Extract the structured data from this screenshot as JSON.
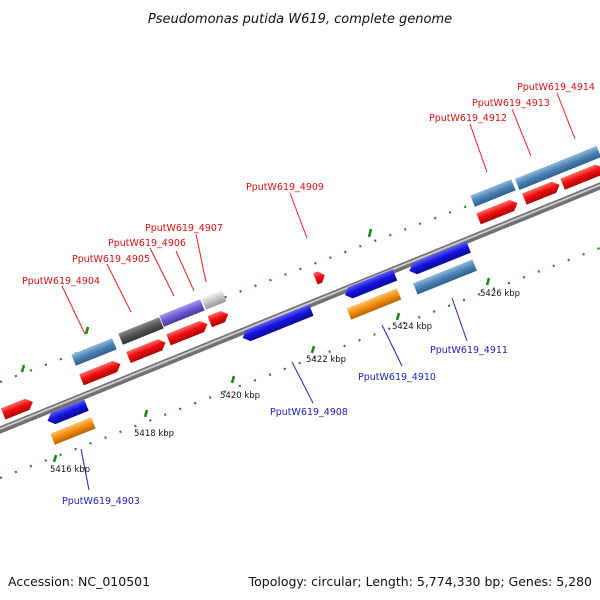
{
  "title": "Pseudomonas putida W619, complete genome",
  "footer": {
    "accession": "Accession: NC_010501",
    "summary": "Topology: circular; Length: 5,774,330 bp; Genes: 5,280"
  },
  "scale_labels": [
    "5416 kbp",
    "5418 kbp",
    "5420 kbp",
    "5422 kbp",
    "5424 kbp",
    "5426 kbp"
  ],
  "genes": [
    {
      "id": "PputW619_4903",
      "strand": "minus",
      "color": "blue"
    },
    {
      "id": "PputW619_4904",
      "strand": "plus",
      "color": "red"
    },
    {
      "id": "PputW619_4905",
      "strand": "plus",
      "color": "red"
    },
    {
      "id": "PputW619_4906",
      "strand": "plus",
      "color": "red"
    },
    {
      "id": "PputW619_4907",
      "strand": "plus",
      "color": "red"
    },
    {
      "id": "PputW619_4908",
      "strand": "minus",
      "color": "blue"
    },
    {
      "id": "PputW619_4909",
      "strand": "plus",
      "color": "red"
    },
    {
      "id": "PputW619_4910",
      "strand": "minus",
      "color": "blue"
    },
    {
      "id": "PputW619_4911",
      "strand": "minus",
      "color": "blue"
    },
    {
      "id": "PputW619_4912",
      "strand": "plus",
      "color": "red"
    },
    {
      "id": "PputW619_4913",
      "strand": "plus",
      "color": "red"
    },
    {
      "id": "PputW619_4914",
      "strand": "plus",
      "color": "red"
    }
  ],
  "colors": {
    "plus_label": "#dd1111",
    "minus_label": "#1f1fb8",
    "cds_red": "#ee1111",
    "cds_blue": "#1515dd",
    "cog_steel": "#4a82b4",
    "cog_orange": "#f08c0a",
    "cog_dark_gray": "#555555",
    "cog_purple": "#6e58d0",
    "cog_light_gray": "#c4c4c4",
    "backbone": "#808080",
    "tick_green": "#1a8a1a"
  }
}
